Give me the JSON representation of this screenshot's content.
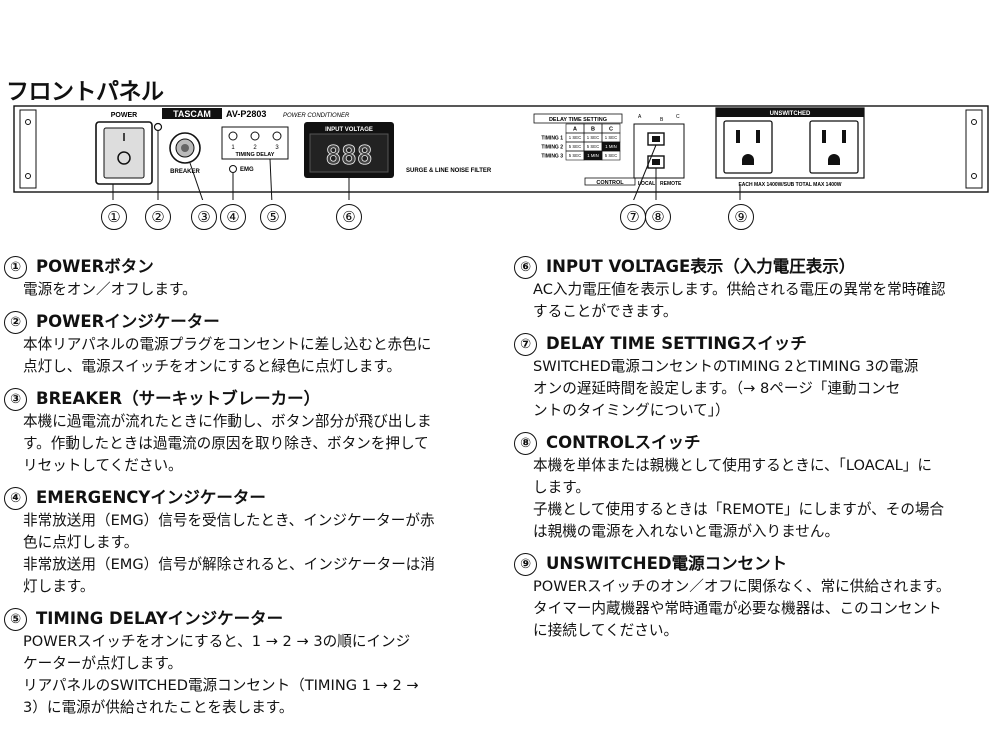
{
  "page_title": "フロントパネル",
  "panel": {
    "power_label": "POWER",
    "brand": "TASCAM",
    "model": "AV-P2803",
    "model_desc": "POWER CONDITIONER",
    "breaker_label": "BREAKER",
    "timing_numbers": [
      "1",
      "2",
      "3"
    ],
    "timing_delay_label": "TIMING DELAY",
    "emg_label": "EMG",
    "input_voltage_label": "INPUT VOLTAGE",
    "voltage_display": "888",
    "surge_label": "SURGE & LINE NOISE FILTER",
    "delay_time_setting_label": "DELAY TIME SETTING",
    "delay_table": {
      "columns": [
        "A",
        "B",
        "C"
      ],
      "rows": [
        {
          "label": "TIMING 1",
          "cells": [
            "1 SEC",
            "1 SEC",
            "1 SEC"
          ]
        },
        {
          "label": "TIMING 2",
          "cells": [
            "5 SEC",
            "5 SEC",
            "1 MIN"
          ]
        },
        {
          "label": "TIMING 3",
          "cells": [
            "5 SEC",
            "1 MIN",
            "5 SEC"
          ]
        }
      ]
    },
    "switch_positions": [
      "A",
      "B",
      "C"
    ],
    "control_label": "CONTROL",
    "local_label": "LOCAL",
    "remote_label": "REMOTE",
    "unswitched_label": "UNSWITCHED",
    "each_max_label": "EACH MAX 1400W/SUB TOTAL MAX 1400W"
  },
  "callouts": [
    "①",
    "②",
    "③",
    "④",
    "⑤",
    "⑥",
    "⑦",
    "⑧",
    "⑨"
  ],
  "items": [
    {
      "num": "①",
      "title": "POWERボタン",
      "body": [
        "電源をオン／オフします。"
      ]
    },
    {
      "num": "②",
      "title": "POWERインジケーター",
      "body": [
        "本体リアパネルの電源プラグをコンセントに差し込むと赤色に",
        "点灯し、電源スイッチをオンにすると緑色に点灯します。"
      ]
    },
    {
      "num": "③",
      "title": "BREAKER（サーキットブレーカー）",
      "body": [
        "本機に過電流が流れたときに作動し、ボタン部分が飛び出しま",
        "す。作動したときは過電流の原因を取り除き、ボタンを押して",
        "リセットしてください。"
      ]
    },
    {
      "num": "④",
      "title": "EMERGENCYインジケーター",
      "body": [
        "非常放送用（EMG）信号を受信したとき、インジケーターが赤",
        "色に点灯します。",
        "非常放送用（EMG）信号が解除されると、インジケーターは消",
        "灯します。"
      ]
    },
    {
      "num": "⑤",
      "title": "TIMING DELAYインジケーター",
      "body": [
        "POWERスイッチをオンにすると、1 → 2 → 3の順にインジ",
        "ケーターが点灯します。",
        "リアパネルのSWITCHED電源コンセント（TIMING 1 → 2 →",
        "3）に電源が供給されたことを表します。"
      ]
    },
    {
      "num": "⑥",
      "title": "INPUT VOLTAGE表示（入力電圧表示）",
      "body": [
        "AC入力電圧値を表示します。供給される電圧の異常を常時確認",
        "することができます。"
      ]
    },
    {
      "num": "⑦",
      "title": "DELAY TIME SETTINGスイッチ",
      "body": [
        "SWITCHED電源コンセントのTIMING 2とTIMING 3の電源",
        "オンの遅延時間を設定します。（→ 8ページ「連動コンセ",
        "ントのタイミングについて」）"
      ]
    },
    {
      "num": "⑧",
      "title": "CONTROLスイッチ",
      "body": [
        "本機を単体または親機として使用するときに、「LOACAL」に",
        "します。",
        "子機として使用するときは「REMOTE」にしますが、その場合",
        "は親機の電源を入れないと電源が入りません。"
      ]
    },
    {
      "num": "⑨",
      "title": "UNSWITCHED電源コンセント",
      "body": [
        "POWERスイッチのオン／オフに関係なく、常に供給されます。",
        "タイマー内蔵機器や常時通電が必要な機器は、このコンセント",
        "に接続してください。"
      ]
    }
  ]
}
